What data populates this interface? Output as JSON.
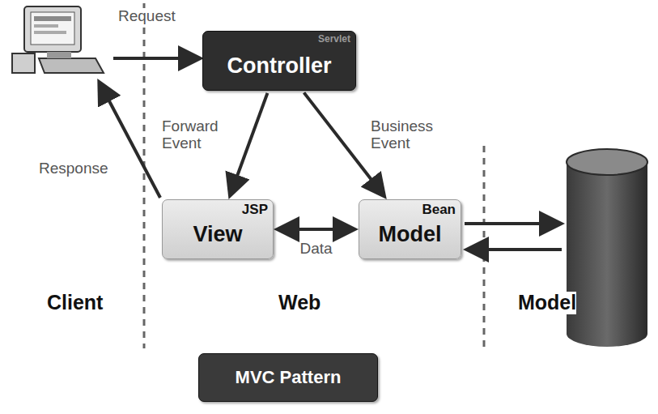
{
  "diagram": {
    "nodes": [
      {
        "text": [
          "Servlet",
          "Controller"
        ]
      },
      {
        "text": [
          "JSP",
          "View"
        ]
      },
      {
        "text": [
          "Bean",
          "Model"
        ]
      },
      {
        "text": [
          "MVC Pattern"
        ]
      }
    ],
    "edges": [
      {
        "from": 0,
        "to": 1,
        "arrow": "to",
        "label": "Forward Event"
      },
      {
        "from": 0,
        "to": 2,
        "arrow": "to",
        "label": "Business Event"
      },
      {
        "from": 1,
        "to": 2,
        "arrow": "both",
        "label": "Data"
      }
    ],
    "labels": [
      "Request",
      "Response",
      "Client",
      "Web",
      "Model"
    ]
  }
}
